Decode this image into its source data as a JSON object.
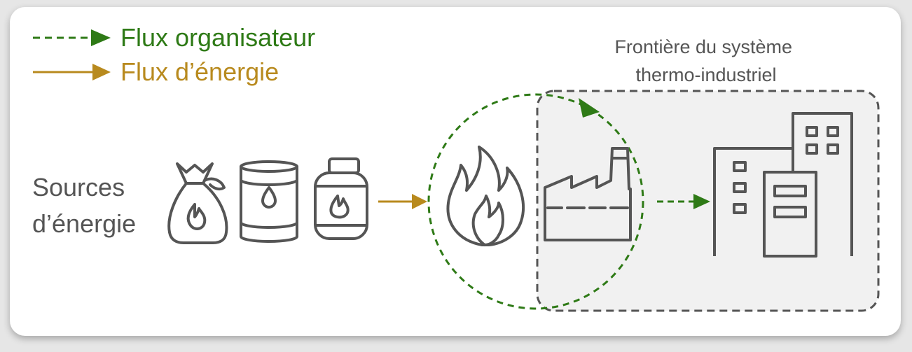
{
  "legend": {
    "organizing_flow": "Flux organisateur",
    "energy_flow": "Flux d’énergie"
  },
  "sources_label": {
    "line1": "Sources",
    "line2": "d’énergie"
  },
  "boundary_label": {
    "line1": "Frontière du système",
    "line2": "thermo-industriel"
  },
  "icons": [
    "coal-bag-icon",
    "oil-barrel-icon",
    "gas-cylinder-icon",
    "flame-icon",
    "factory-icon",
    "buildings-icon"
  ],
  "colors": {
    "organizing_flow": "#2e7a16",
    "energy_flow": "#b88a1e",
    "icon": "#555555",
    "boundary": "#555555",
    "boundary_fill": "#f1f1f1"
  }
}
